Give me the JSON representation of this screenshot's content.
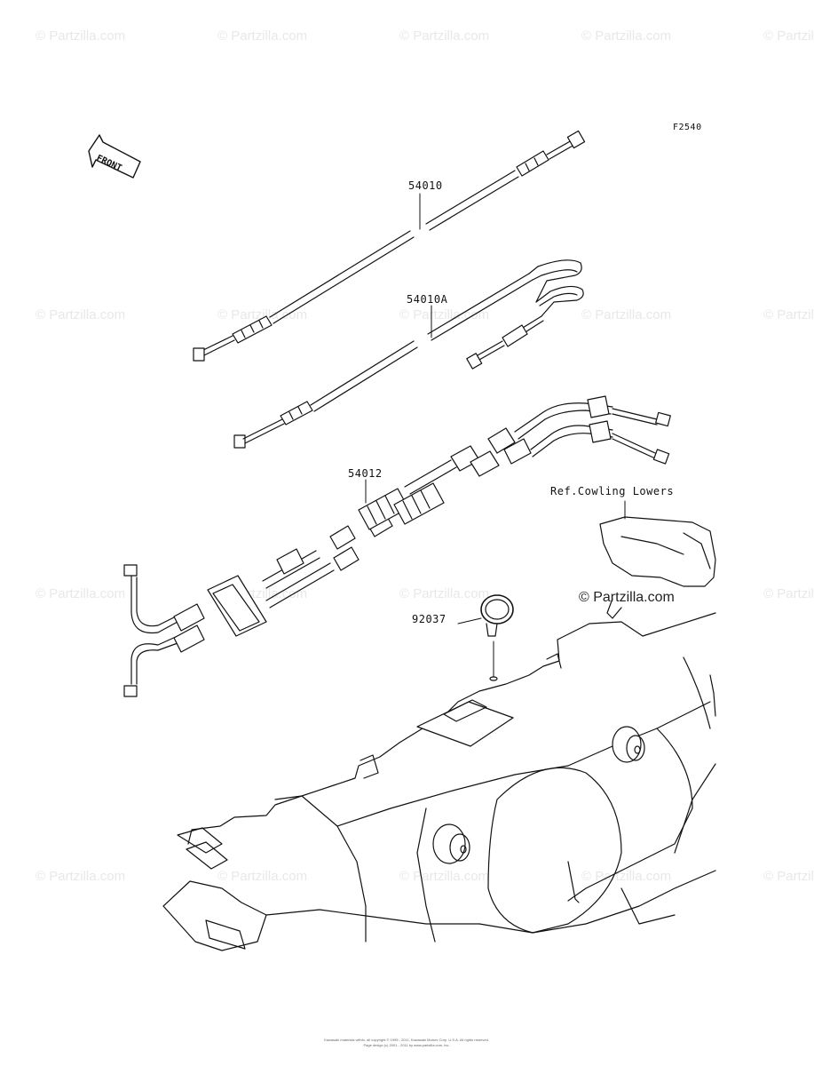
{
  "figure_code": "F2540",
  "front_label": "FRONT",
  "parts": {
    "p54010": "54010",
    "p54010A": "54010A",
    "p54012": "54012",
    "p92037": "92037"
  },
  "ref_label": "Ref.Cowling Lowers",
  "copyright_mark": "© Partzilla.com",
  "watermark_text": "© Partzilla.com",
  "footer": {
    "line1": "Kawasaki materials within, all copyright © 1995 - 2011, Kawasaki Motors Corp. U.S.A. All rights reserved.",
    "line2": "Page design (c) 2001 - 2011 by www.partzilla.com, inc."
  },
  "colors": {
    "line": "#111111",
    "watermark": "#e8e8e8"
  }
}
